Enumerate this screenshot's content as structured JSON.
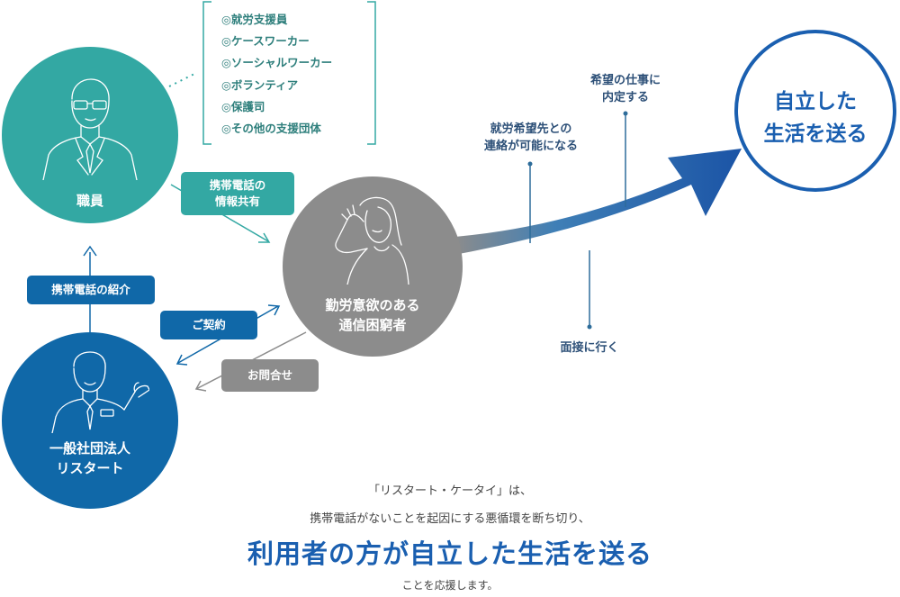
{
  "staff": {
    "label": "職員"
  },
  "company": {
    "label_line1": "一般社団法人",
    "label_line2": "リスタート"
  },
  "person": {
    "label_line1": "勤労意欲のある",
    "label_line2": "通信困窮者"
  },
  "goal": {
    "label_line1": "自立した",
    "label_line2": "生活を送る"
  },
  "support_orgs": [
    "◎就労支援員",
    "◎ケースワーカー",
    "◎ソーシャルワーカー",
    "◎ボランティア",
    "◎保護司",
    "◎その他の支援団体"
  ],
  "pills": {
    "share_line1": "携帯電話の",
    "share_line2": "情報共有",
    "intro": "携帯電話の紹介",
    "contract": "ご契約",
    "inquiry": "お問合せ"
  },
  "milestones": {
    "contact_line1": "就労希望先との",
    "contact_line2": "連絡が可能になる",
    "interview": "面接に行く",
    "hired_line1": "希望の仕事に",
    "hired_line2": "内定する"
  },
  "footer": {
    "line1": "「リスタート・ケータイ」は、",
    "line2": "携帯電話がないことを起因にする悪循環を断ち切り、",
    "headline": "利用者の方が自立した生活を送る",
    "line3": "ことを応援します。"
  },
  "colors": {
    "teal": "#33a8a3",
    "blue": "#1068a8",
    "gray": "#8c8c8c",
    "navy": "#1a5fb0"
  }
}
